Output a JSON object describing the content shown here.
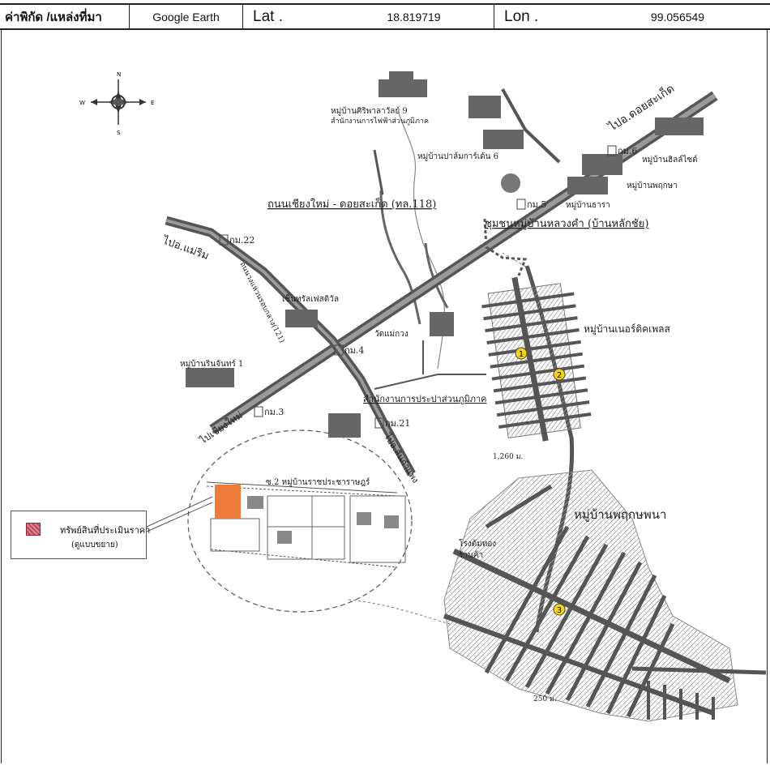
{
  "header": {
    "label": "ค่าพิกัด /แหล่งที่มา",
    "source": "Google Earth",
    "lat_label": "Lat .",
    "lat_value": "18.819719",
    "lon_label": "Lon .",
    "lon_value": "99.056549"
  },
  "compass": {
    "n": "N",
    "s": "S",
    "e": "E",
    "w": "W"
  },
  "map": {
    "village_sripakaew": "หมู่บ้านศิริพาลาวัลย์ 9",
    "office_light": "สำนักงานการไฟฟ้าส่วนภูมิภาค",
    "village_palm": "หมู่บ้านปาล์มการ์เด้น 6",
    "dir_doi_saket": "ไปอ.ดอยสะเก็ด",
    "km6": "กม.6",
    "village_hillside": "หมู่บ้านฮิลล์ไซด์",
    "village_ruenthong": "หมู่บ้านพฤกษา",
    "km5": "กม.5",
    "village_nature": "หมู่บ้านธารา",
    "road_main": "ถนนเชียงใหม่ - ดอยสะเก็ด (ทล.118)",
    "community": "ชุมชนหมู่บ้านหลวงคำ (บ้านหลักชัย)",
    "km22": "กม.22",
    "dir_maerim": "ไปอ.แม่ริม",
    "ring_road": "ถนนวงแหวนรอบกลาง(121)",
    "central_festival": "เซ็นทรัลเฟสติวัล",
    "village_right": "หมู่บ้านเนอร์ดิคเพลส",
    "temple": "วัดแม่กวง",
    "km4": "กม.4",
    "village_left": "หมู่บ้านรินจันทร์ 1",
    "office_right": "สำนักงานการประปาส่วนภูมิภาค",
    "km3": "กม.3",
    "km21": "กม.21",
    "dir_chiangmai": "ไปเชียงใหม่",
    "dir_sankamphaeng": "ไปอ.สันกำแพง",
    "distance1": "1,260 ม.",
    "soi": "ซ.2 หมู่บ้านราชประชาราษฎร์",
    "village_pruksa": "หมู่บ้านพฤกษพนา",
    "shop1": "โรงต้มทอง",
    "shop2": "ร้านค้า",
    "distance2": "250 ม.",
    "marker1": "1",
    "marker2": "2",
    "marker3": "3"
  },
  "legend": {
    "line1": "ทรัพย์สินที่ประเมินราคา",
    "line2": "(ดูแบบขยาย)"
  },
  "colors": {
    "subject_parcel": "#f07a3a",
    "legend_swatch": "#c2455a",
    "marker": "#f2d21a",
    "road": "#666666"
  }
}
